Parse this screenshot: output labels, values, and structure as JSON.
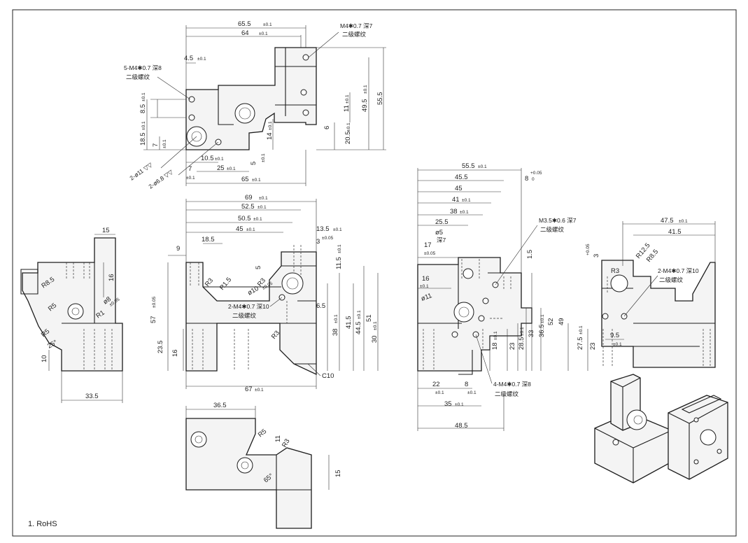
{
  "notes": {
    "rohs": "1. RoHS"
  },
  "view_top": {
    "dims": [
      "65.5",
      "64",
      "4.5",
      "8.5",
      "18.5",
      "7",
      "10.5",
      "25",
      "7",
      "65",
      "49.5",
      "55.5",
      "11",
      "20.5",
      "14",
      "5",
      "6"
    ],
    "callouts": [
      "M4✱0.7 深7",
      "二级螺纹",
      "5-M4✱0.7 深8",
      "二级螺纹",
      "2-ø11 ▽▽",
      "2-ø6.8 ▽▽"
    ]
  },
  "view_left": {
    "dims": [
      "15",
      "16",
      "R8.5",
      "R5",
      "R5",
      "R1",
      "ø8",
      "25°",
      "10",
      "33.5"
    ]
  },
  "view_front": {
    "dims": [
      "69",
      "52.5",
      "50.5",
      "45",
      "18.5",
      "9",
      "13.5",
      "3",
      "5",
      "R3",
      "R1.5",
      "R3",
      "R3",
      "ø10",
      "6.5",
      "57",
      "23.5",
      "16",
      "11.5",
      "38",
      "41.5",
      "44.5",
      "51",
      "67",
      "C10"
    ],
    "callouts": [
      "2-M4✱0.7 深10",
      "二级螺纹"
    ]
  },
  "view_bottom": {
    "dims": [
      "36.5",
      "R5",
      "11",
      "R3",
      "65°",
      "15"
    ]
  },
  "view_right": {
    "dims": [
      "55.5",
      "8",
      "45.5",
      "45",
      "41",
      "38",
      "25.5",
      "ø5",
      "深7",
      "17",
      "16",
      "ø11",
      "1.5",
      "30",
      "52",
      "49",
      "36.5",
      "33",
      "28.5",
      "23",
      "18",
      "22",
      "8",
      "35",
      "48.5"
    ],
    "callouts": [
      "M3.5✱0.6 深7",
      "二级螺纹",
      "4-M4✱0.7 深8",
      "二级螺纹"
    ]
  },
  "view_side": {
    "dims": [
      "47.5",
      "41.5",
      "3",
      "R3",
      "R12.5",
      "R8.5",
      "27.5",
      "23",
      "9.5"
    ],
    "callouts": [
      "2-M4✱0.7 深10",
      "二级螺纹"
    ]
  },
  "tolerances": {
    "general": "±0.1",
    "fine": "±0.05",
    "upper": "+0.05",
    "lower": "0"
  }
}
